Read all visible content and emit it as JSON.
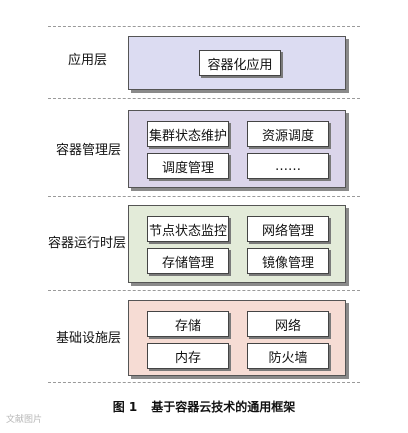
{
  "layers": [
    {
      "label": "应用层",
      "boxes": [
        "容器化应用"
      ]
    },
    {
      "label": "容器管理层",
      "boxes": [
        "集群状态维护",
        "资源调度",
        "调度管理",
        "……"
      ]
    },
    {
      "label": "容器运行时层",
      "boxes": [
        "节点状态监控",
        "网络管理",
        "存储管理",
        "镜像管理"
      ]
    },
    {
      "label": "基础设施层",
      "boxes": [
        "存储",
        "网络",
        "内存",
        "防火墙"
      ]
    }
  ],
  "colors": {
    "app_panel": "#dcdcf2",
    "mgmt_panel": "#dbd5ea",
    "runtime_panel": "#e3ebd9",
    "infra_panel": "#f6dcd4"
  },
  "caption": {
    "figure_number": "图 1",
    "title": "基于容器云技术的通用框架"
  },
  "watermark": "文献图片"
}
